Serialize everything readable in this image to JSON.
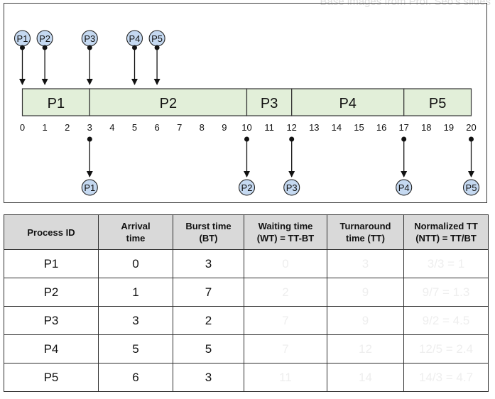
{
  "credit": "Base images from Prof. Seo's slides",
  "gantt": {
    "blocks": [
      {
        "label": "P1",
        "start": 0,
        "end": 3
      },
      {
        "label": "P2",
        "start": 3,
        "end": 10
      },
      {
        "label": "P3",
        "start": 10,
        "end": 12
      },
      {
        "label": "P4",
        "start": 12,
        "end": 17
      },
      {
        "label": "P5",
        "start": 17,
        "end": 20
      }
    ],
    "ticks": [
      0,
      1,
      2,
      3,
      4,
      5,
      6,
      7,
      8,
      9,
      10,
      11,
      12,
      13,
      14,
      15,
      16,
      17,
      18,
      19,
      20
    ],
    "arrivals": [
      {
        "label": "P1",
        "time": 0
      },
      {
        "label": "P2",
        "time": 1
      },
      {
        "label": "P3",
        "time": 3
      },
      {
        "label": "P4",
        "time": 5
      },
      {
        "label": "P5",
        "time": 6
      }
    ],
    "completions": [
      {
        "label": "P1",
        "time": 3
      },
      {
        "label": "P2",
        "time": 10
      },
      {
        "label": "P3",
        "time": 12
      },
      {
        "label": "P4",
        "time": 17
      },
      {
        "label": "P5",
        "time": 20
      }
    ],
    "colors": {
      "block_fill": "#e2efd9",
      "marker_fill": "#c5d9f1",
      "border": "#333333"
    }
  },
  "table": {
    "headers": [
      [
        "Process ID"
      ],
      [
        "Arrival",
        "time"
      ],
      [
        "Burst time",
        "(BT)"
      ],
      [
        "Waiting time",
        "(WT) = TT-BT"
      ],
      [
        "Turnaround",
        "time (TT)"
      ],
      [
        "Normalized TT",
        "(NTT) = TT/BT"
      ]
    ],
    "rows": [
      [
        "P1",
        "0",
        "3",
        "0",
        "3",
        "3/3 = 1"
      ],
      [
        "P2",
        "1",
        "7",
        "2",
        "9",
        "9/7 = 1.3"
      ],
      [
        "P3",
        "3",
        "2",
        "7",
        "9",
        "9/2 = 4.5"
      ],
      [
        "P4",
        "5",
        "5",
        "7",
        "12",
        "12/5 = 2.4"
      ],
      [
        "P5",
        "6",
        "3",
        "11",
        "14",
        "14/3 = 4.7"
      ]
    ]
  }
}
